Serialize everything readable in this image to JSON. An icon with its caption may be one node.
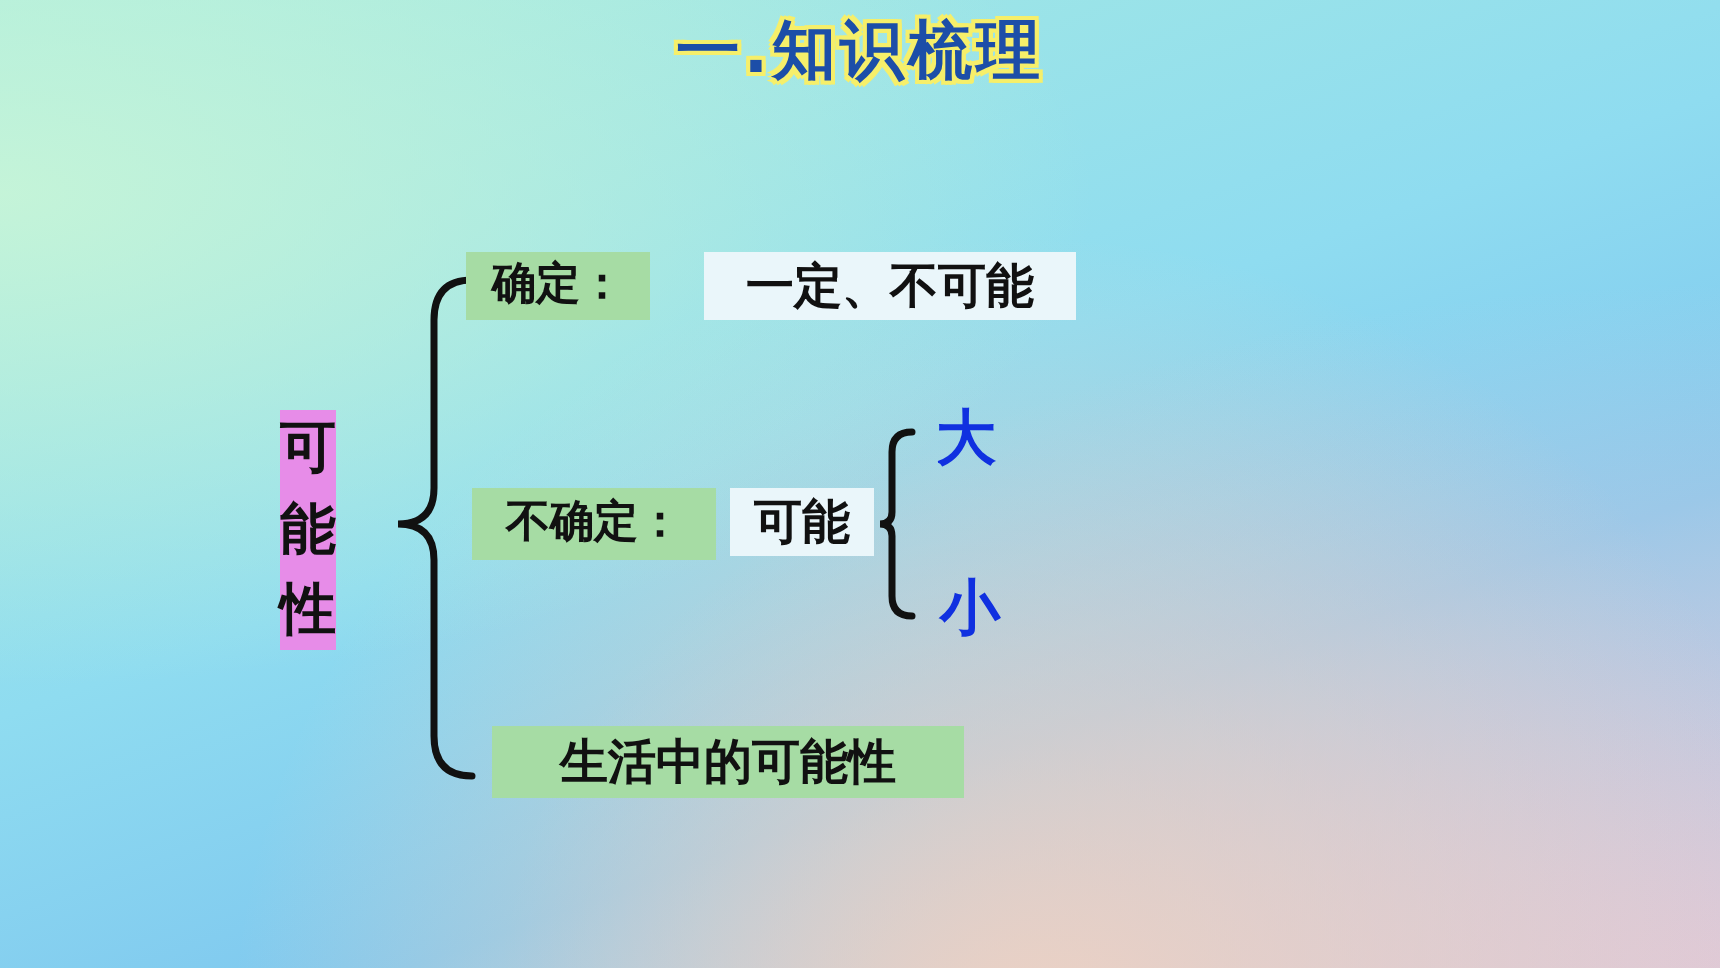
{
  "diagram": {
    "title": "一.知识梳理",
    "nodes": [
      {
        "text": [
          "可能性"
        ]
      },
      {
        "text": [
          "确定："
        ]
      },
      {
        "text": [
          "一定、不可能"
        ]
      },
      {
        "text": [
          "不确定："
        ]
      },
      {
        "text": [
          "可能"
        ]
      },
      {
        "text": [
          "生活中的可能性"
        ]
      }
    ],
    "labels": [
      "大",
      "小"
    ]
  }
}
